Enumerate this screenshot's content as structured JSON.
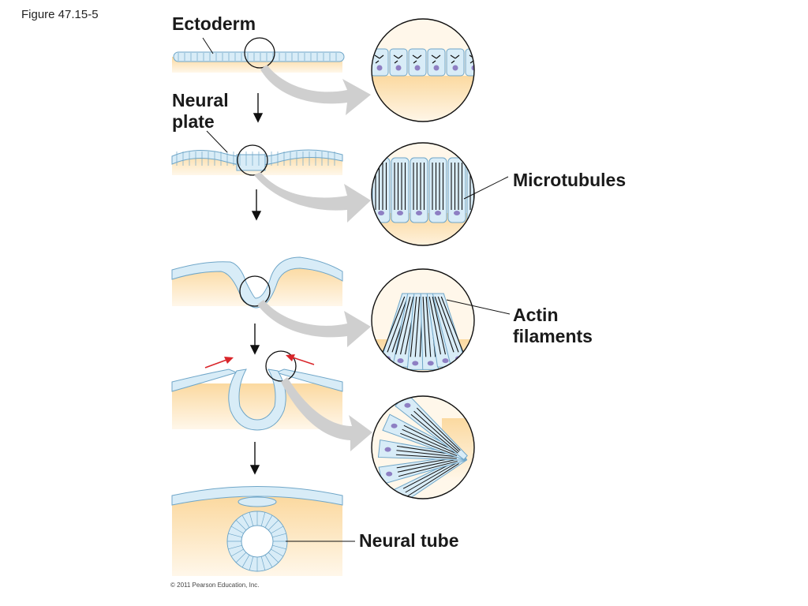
{
  "figure_title": "Figure 47.15-5",
  "labels": {
    "ectoderm": "Ectoderm",
    "neural_plate": "Neural\nplate",
    "microtubules": "Microtubules",
    "actin_filaments": "Actin\nfilaments",
    "neural_tube": "Neural tube"
  },
  "credit": "© 2011 Pearson Education, Inc.",
  "colors": {
    "tissue": "#fde9c2",
    "cell_fill": "#d8ecf7",
    "cell_stroke": "#6fa6c8",
    "nucleus": "#8e7fc3",
    "zoom_arrow": "#c8c8c8",
    "movement_arrow": "#d9252a"
  }
}
